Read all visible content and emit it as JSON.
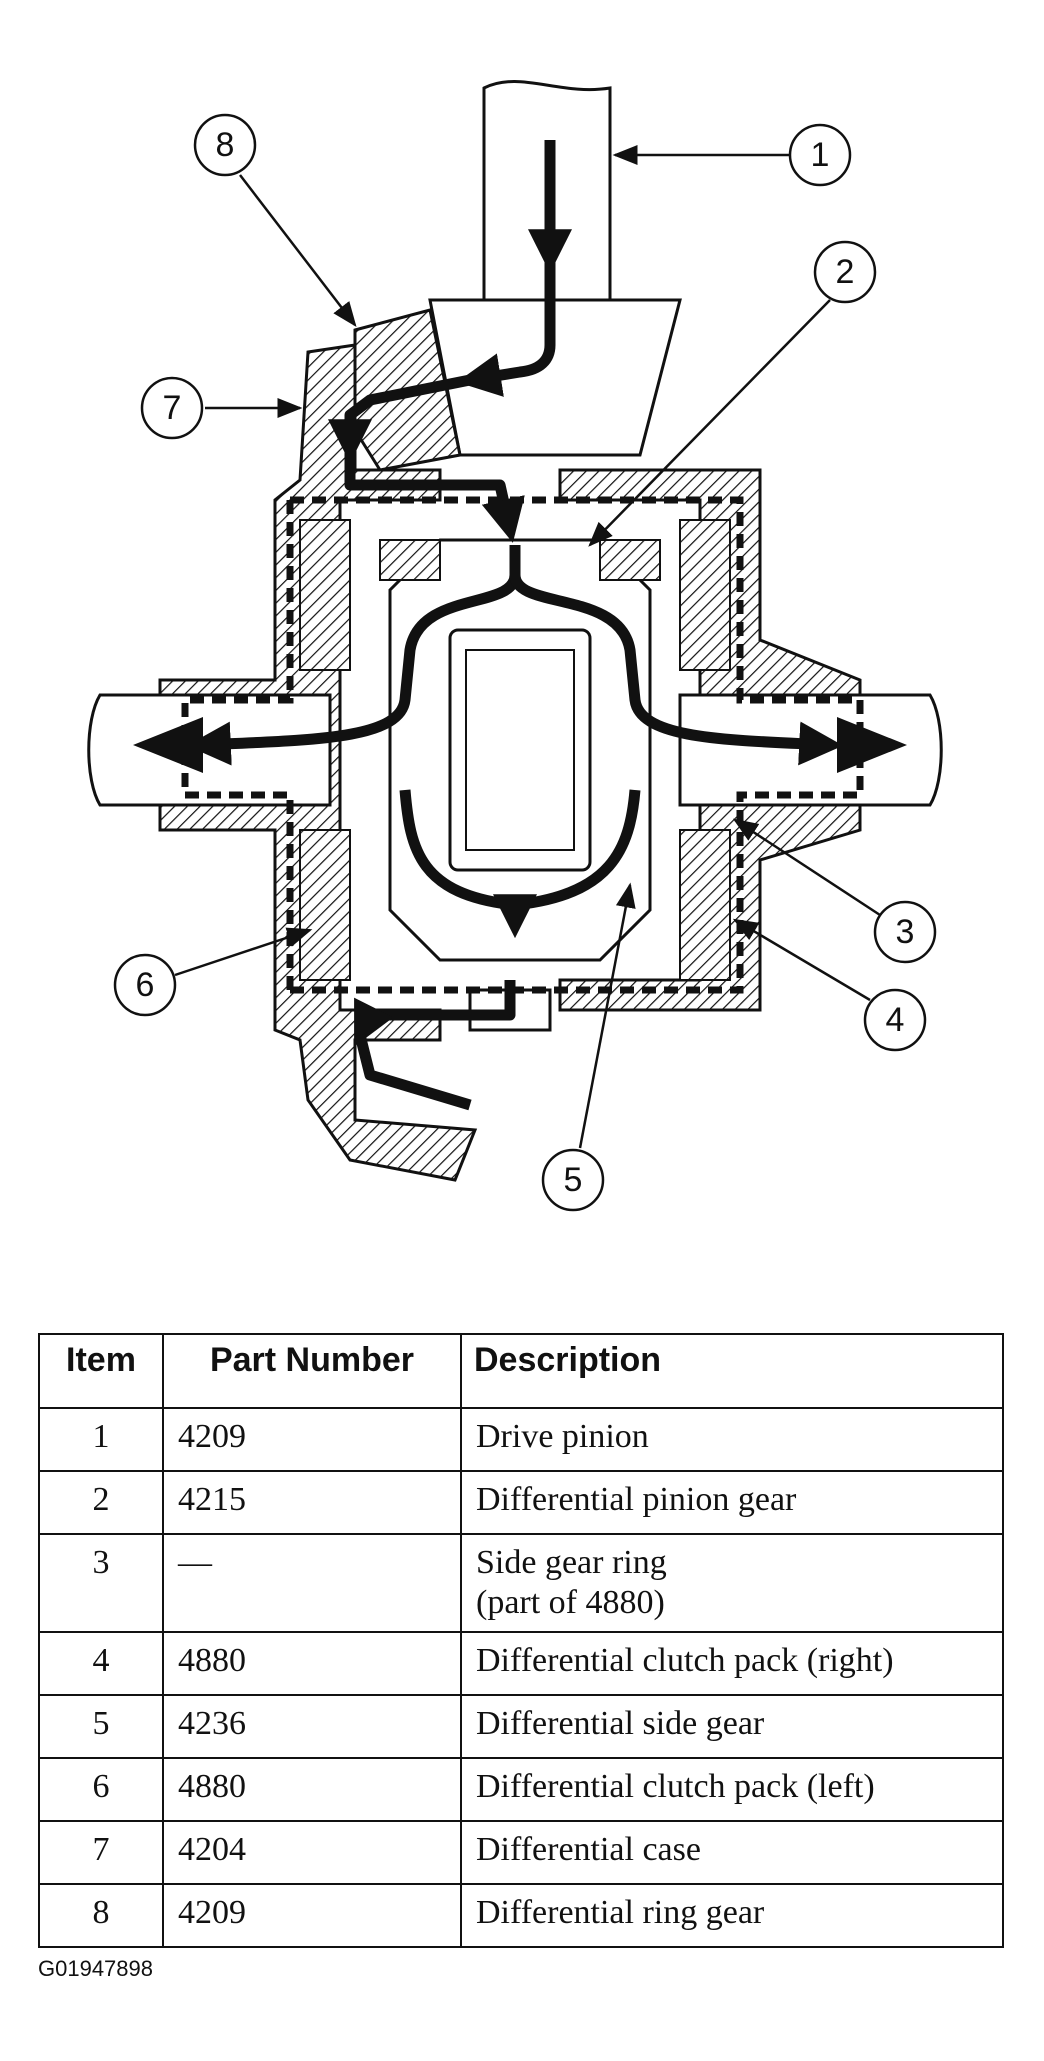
{
  "callouts": [
    {
      "label": "1"
    },
    {
      "label": "2"
    },
    {
      "label": "3"
    },
    {
      "label": "4"
    },
    {
      "label": "5"
    },
    {
      "label": "6"
    },
    {
      "label": "7"
    },
    {
      "label": "8"
    }
  ],
  "table": {
    "headers": {
      "item": "Item",
      "part_number": "Part Number",
      "description": "Description"
    },
    "rows": [
      {
        "item": "1",
        "part_number": "4209",
        "description": "Drive pinion"
      },
      {
        "item": "2",
        "part_number": "4215",
        "description": "Differential pinion gear"
      },
      {
        "item": "3",
        "part_number": "—",
        "description": "Side gear ring\n(part of 4880)"
      },
      {
        "item": "4",
        "part_number": "4880",
        "description": "Differential clutch pack (right)"
      },
      {
        "item": "5",
        "part_number": "4236",
        "description": "Differential side gear"
      },
      {
        "item": "6",
        "part_number": "4880",
        "description": "Differential clutch pack (left)"
      },
      {
        "item": "7",
        "part_number": "4204",
        "description": "Differential case"
      },
      {
        "item": "8",
        "part_number": "4209",
        "description": "Differential ring gear"
      }
    ]
  },
  "figure_code": "G01947898"
}
